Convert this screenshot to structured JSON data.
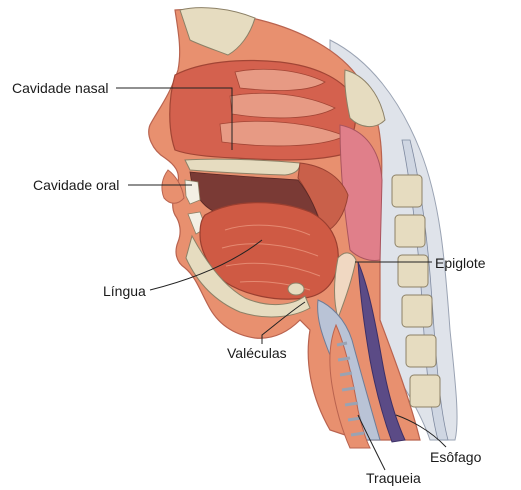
{
  "labels": {
    "cavidade_nasal": "Cavidade nasal",
    "cavidade_oral": "Cavidade oral",
    "lingua": "Língua",
    "valeculas": "Valéculas",
    "epiglote": "Epiglote",
    "esofago": "Esôfago",
    "traqueia": "Traqueia"
  },
  "colors": {
    "skin": "#e8906f",
    "skin_dark": "#c9604a",
    "tissue": "#d4614e",
    "mucosa": "#e79a84",
    "tongue": "#cf5a44",
    "bone": "#e6dcc0",
    "bone_edge": "#8c8066",
    "cartilage": "#b9c3d6",
    "dark_cavity": "#7a3a35",
    "leader_line": "#222222"
  }
}
